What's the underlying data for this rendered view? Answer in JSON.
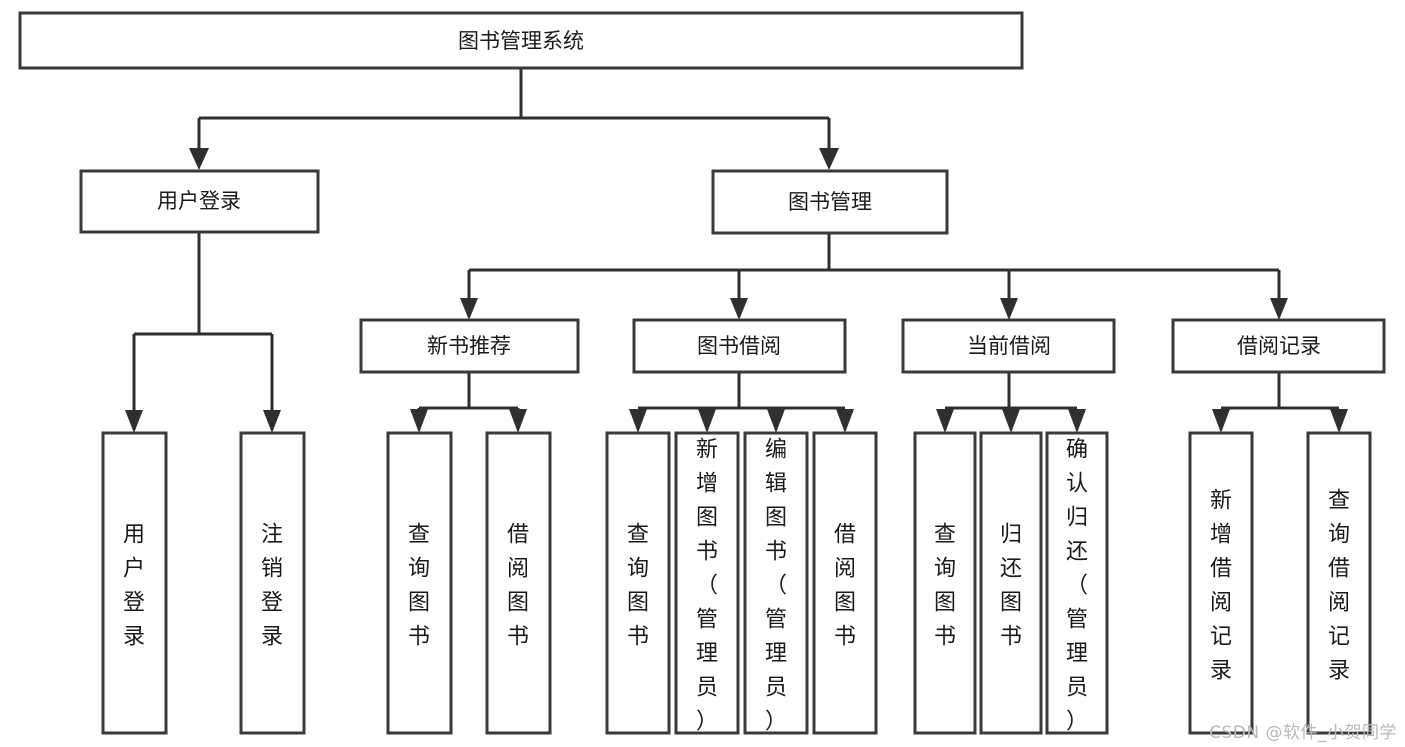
{
  "diagram": {
    "type": "hierarchy-tree",
    "title": "图书管理系统",
    "watermark": "CSDN @软件_小贺同学",
    "colors": {
      "box_fill": "#ffffff",
      "box_stroke": "#3a3a3a",
      "connector": "#2f2f2f",
      "text": "#1a1a1a",
      "watermark": "#b9b9b9",
      "background": "#ffffff"
    },
    "levels": {
      "root": {
        "label": "图书管理系统"
      },
      "level1": [
        {
          "label": "用户登录"
        },
        {
          "label": "图书管理"
        }
      ],
      "level2": [
        {
          "label": "新书推荐"
        },
        {
          "label": "图书借阅"
        },
        {
          "label": "当前借阅"
        },
        {
          "label": "借阅记录"
        }
      ],
      "leaves": [
        {
          "label": "用户登录",
          "parent": "用户登录"
        },
        {
          "label": "注销登录",
          "parent": "用户登录"
        },
        {
          "label": "查询图书",
          "parent": "新书推荐"
        },
        {
          "label": "借阅图书",
          "parent": "新书推荐"
        },
        {
          "label": "查询图书",
          "parent": "图书借阅"
        },
        {
          "label": "新增图书（管理员）",
          "parent": "图书借阅"
        },
        {
          "label": "编辑图书（管理员）",
          "parent": "图书借阅"
        },
        {
          "label": "借阅图书",
          "parent": "图书借阅"
        },
        {
          "label": "查询图书",
          "parent": "当前借阅"
        },
        {
          "label": "归还图书",
          "parent": "当前借阅"
        },
        {
          "label": "确认归还（管理员）",
          "parent": "当前借阅"
        },
        {
          "label": "新增借阅记录",
          "parent": "借阅记录"
        },
        {
          "label": "查询借阅记录",
          "parent": "借阅记录"
        }
      ]
    }
  }
}
